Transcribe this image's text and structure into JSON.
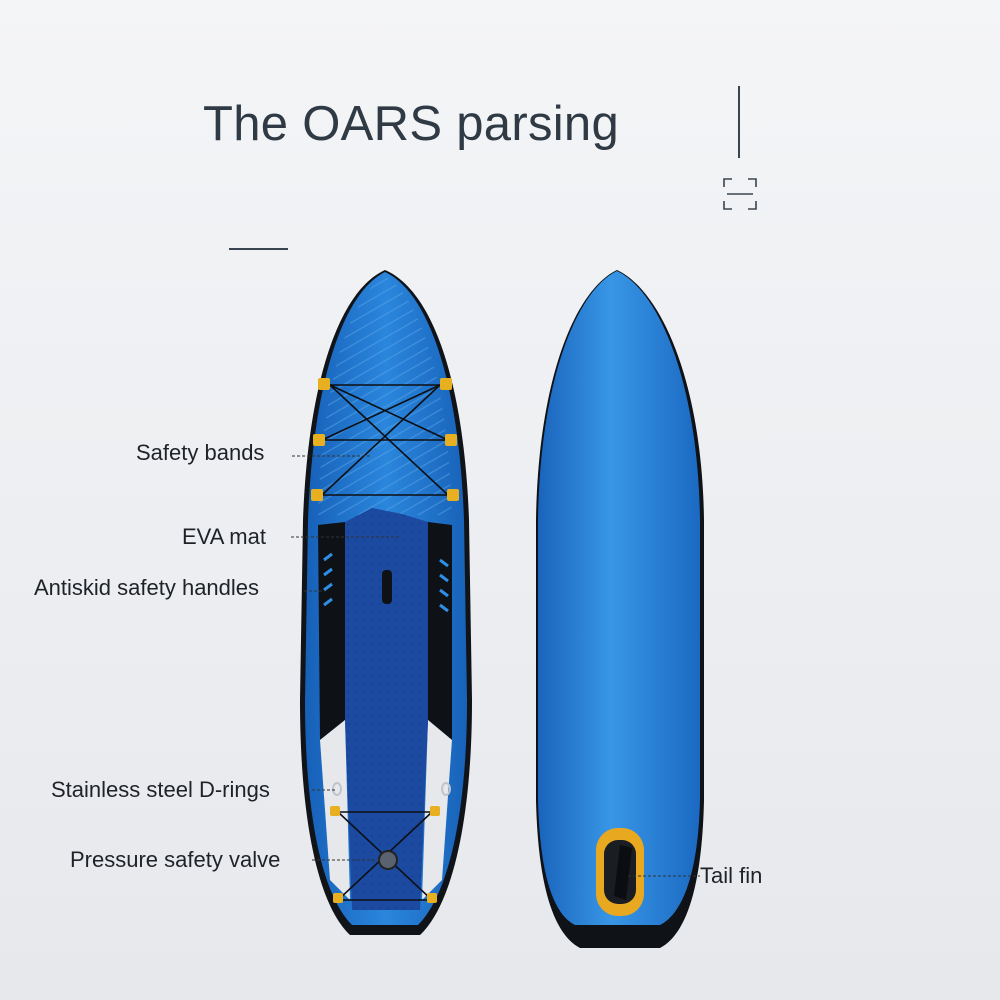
{
  "title": "The OARS parsing",
  "labels": {
    "safety_bands": "Safety bands",
    "eva_mat": "EVA mat",
    "antiskid": "Antiskid safety handles",
    "d_rings": "Stainless steel D-rings",
    "valve": "Pressure safety valve",
    "tail_fin": "Tail fin"
  },
  "colors": {
    "board_blue": "#1f73c9",
    "board_blue_light": "#3a90e0",
    "deck_pad": "#1c4aa0",
    "accent_yellow": "#e8b020",
    "rail_black": "#111418"
  },
  "icons": [
    "frame-corners-icon"
  ]
}
